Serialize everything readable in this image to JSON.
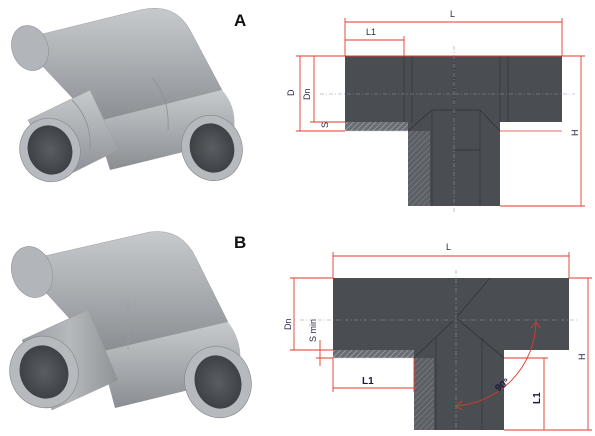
{
  "figure": {
    "section_a": {
      "letter": "A",
      "dimensions": {
        "overall_length": "L",
        "socket_length": "L1",
        "outer_diameter": "D",
        "nominal_diameter": "Dn",
        "wall": "S",
        "height": "H"
      }
    },
    "section_b": {
      "letter": "B",
      "dimensions": {
        "overall_length": "L",
        "socket_length": "L1",
        "nominal_diameter": "Dn",
        "wall": "S min",
        "height": "H",
        "branch_length": "L1",
        "angle": "90°"
      }
    }
  },
  "colors": {
    "body_gray": "#a9acb0",
    "drawing_gray": "#4a4d52",
    "dimension_red": "#e03a2a",
    "axis_blue": "#8d95b0",
    "label_ink": "#2a2a4a"
  }
}
